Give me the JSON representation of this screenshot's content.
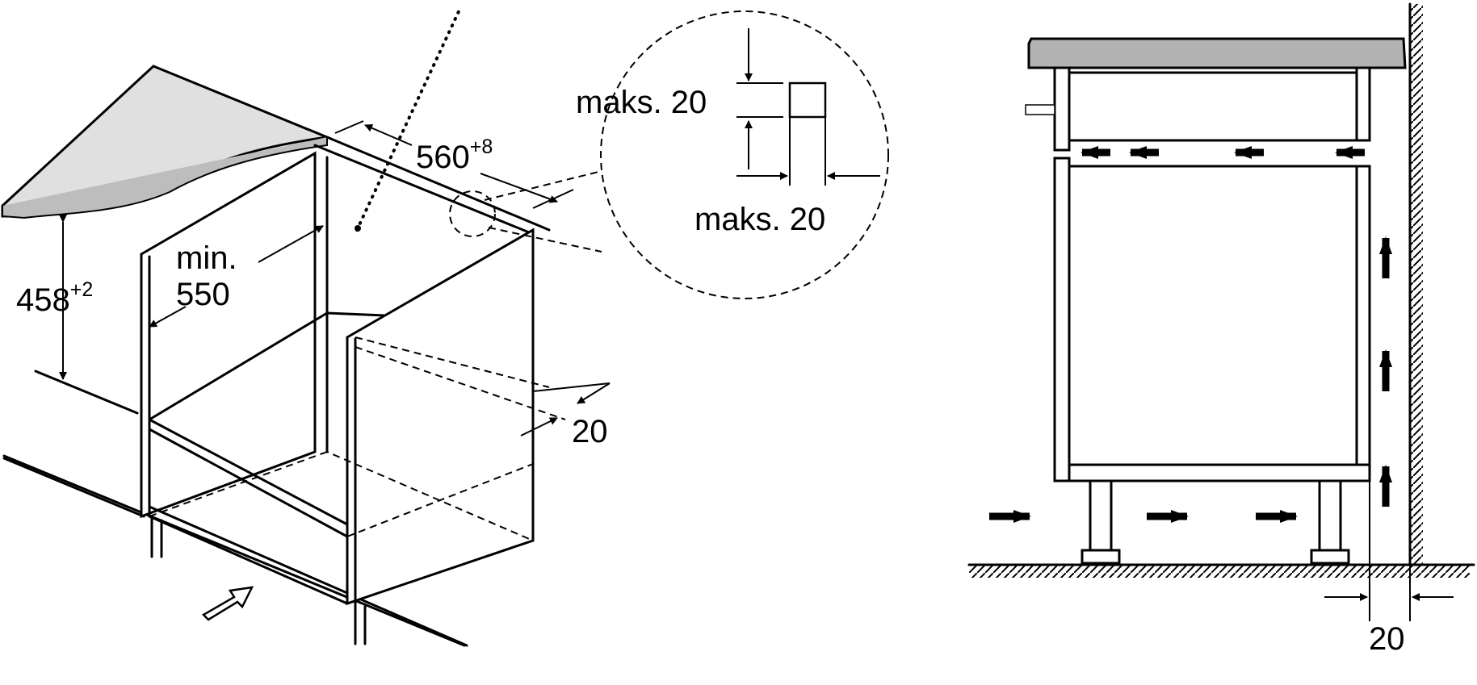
{
  "left_view": {
    "height_label": "458",
    "height_tol": "+2",
    "depth_label_line1": "min.",
    "depth_label_line2": "550",
    "width_label": "560",
    "width_tol": "+8",
    "gap_label": "20"
  },
  "detail": {
    "top_label": "maks. 20",
    "bottom_label": "maks. 20"
  },
  "right_view": {
    "wall_gap_label": "20"
  },
  "colors": {
    "line": "#000000",
    "worktop": "#e0e0e0",
    "worktop_right": "#b3b3b3",
    "background": "#ffffff"
  }
}
